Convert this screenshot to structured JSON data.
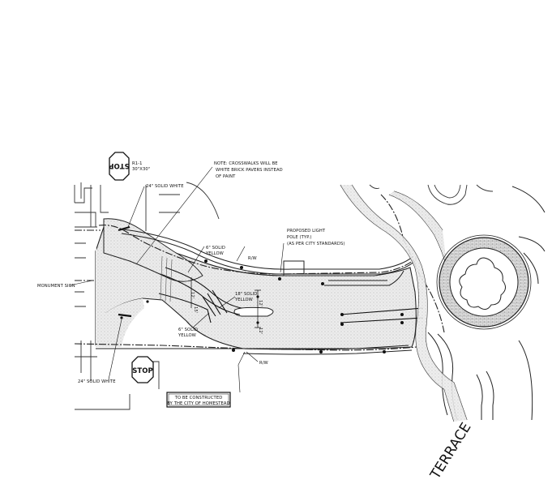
{
  "notes": {
    "crosswalk": [
      "NOTE: CROSSWALKS WILL BE",
      "WHITE BRICK PAVERS INSTEAD",
      "OF PAINT"
    ],
    "light_pole": [
      "PROPOSED LIGHT",
      "POLE (TYP.)",
      "(AS PER CITY STANDARDS)"
    ]
  },
  "signs": {
    "top_stop": "STOP",
    "bottom_stop": "STOP",
    "sign_size": [
      "R1-1",
      "30\"X30\""
    ]
  },
  "labels": {
    "solid_white_top": "24\" SOLID WHITE",
    "solid_white_bottom": "24\" SOLID WHITE",
    "monument_sign": "MONUMENT SIGN",
    "yellow_top": [
      "6\" SOLID",
      "YELLOW"
    ],
    "yellow_mid": [
      "18\" SOLID",
      "YELLOW"
    ],
    "yellow_bottom": [
      "6\" SOLID",
      "YELLOW"
    ],
    "rw_top": "R/W",
    "rw_bottom": "R/W",
    "dim_a": "12'",
    "dim_b": "15'",
    "dim_c": "12'",
    "dim_d": "12'"
  },
  "callout_box": [
    "TO BE CONSTRUCTED",
    "BY THE CITY OF HOMESTEAD"
  ],
  "street": "TERRACE"
}
